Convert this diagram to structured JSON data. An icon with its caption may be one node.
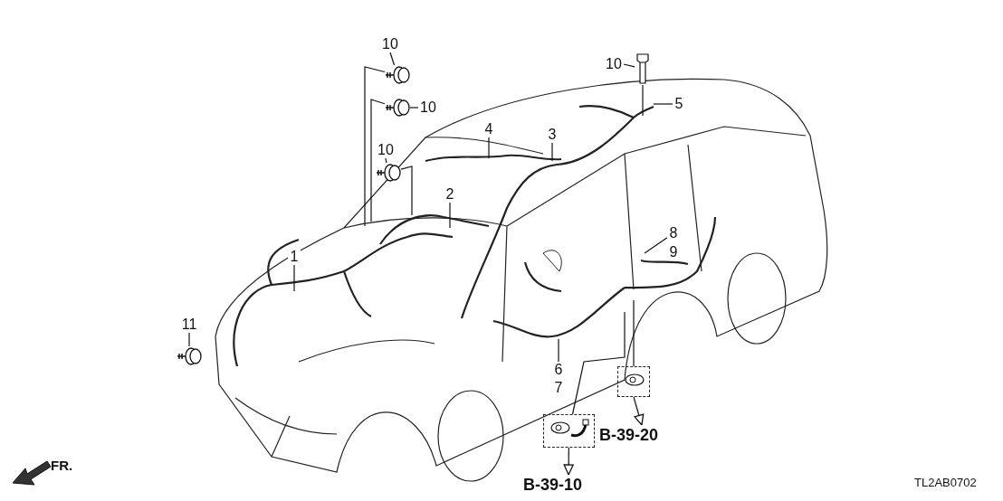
{
  "diagram": {
    "nodes": [
      {
        "text": [
          "10"
        ]
      },
      {
        "text": [
          "10"
        ]
      },
      {
        "text": [
          "10"
        ]
      },
      {
        "text": [
          "10"
        ]
      },
      {
        "text": [
          "11"
        ]
      },
      {
        "text": [
          "1"
        ]
      },
      {
        "text": [
          "2"
        ]
      },
      {
        "text": [
          "3"
        ]
      },
      {
        "text": [
          "4"
        ]
      },
      {
        "text": [
          "5"
        ]
      },
      {
        "text": [
          "6"
        ]
      },
      {
        "text": [
          "7"
        ]
      },
      {
        "text": [
          "8"
        ]
      },
      {
        "text": [
          "9"
        ]
      },
      {
        "text": [],
        "shape": "box"
      },
      {
        "text": [
          "B-39-20"
        ]
      },
      {
        "text": [],
        "shape": "box"
      },
      {
        "text": [
          "B-39-10"
        ]
      },
      {
        "text": [],
        "shape": "picture"
      },
      {
        "text": [],
        "shape": "picture"
      },
      {
        "text": [],
        "shape": "picture"
      },
      {
        "text": [],
        "shape": "picture"
      },
      {
        "text": [],
        "shape": "picture"
      }
    ],
    "edges": [
      {
        "from": 0,
        "to": 18,
        "arrow": "none"
      },
      {
        "from": 1,
        "to": 19,
        "arrow": "none"
      },
      {
        "from": 2,
        "to": 20,
        "arrow": "none"
      },
      {
        "from": 3,
        "to": 21,
        "arrow": "none"
      },
      {
        "from": 4,
        "to": 22,
        "arrow": "none"
      },
      {
        "from": 18,
        "to": null,
        "arrow": "none"
      },
      {
        "from": 19,
        "to": null,
        "arrow": "none"
      },
      {
        "from": 20,
        "to": null,
        "arrow": "none"
      },
      {
        "from": 21,
        "to": null,
        "arrow": "none"
      },
      {
        "from": 5,
        "to": null,
        "arrow": "none"
      },
      {
        "from": 6,
        "to": null,
        "arrow": "none"
      },
      {
        "from": 7,
        "to": null,
        "arrow": "none"
      },
      {
        "from": 8,
        "to": null,
        "arrow": "none"
      },
      {
        "from": 9,
        "to": null,
        "arrow": "none"
      },
      {
        "from": 10,
        "to": null,
        "arrow": "none"
      },
      {
        "from": 12,
        "to": null,
        "arrow": "none"
      },
      {
        "from": null,
        "to": 14,
        "arrow": "none"
      },
      {
        "from": 14,
        "to": 15,
        "arrow": "to"
      },
      {
        "from": null,
        "to": 16,
        "arrow": "none"
      },
      {
        "from": 16,
        "to": 17,
        "arrow": "to"
      }
    ],
    "labels": [
      "FR.",
      "TL2AB0702"
    ]
  }
}
